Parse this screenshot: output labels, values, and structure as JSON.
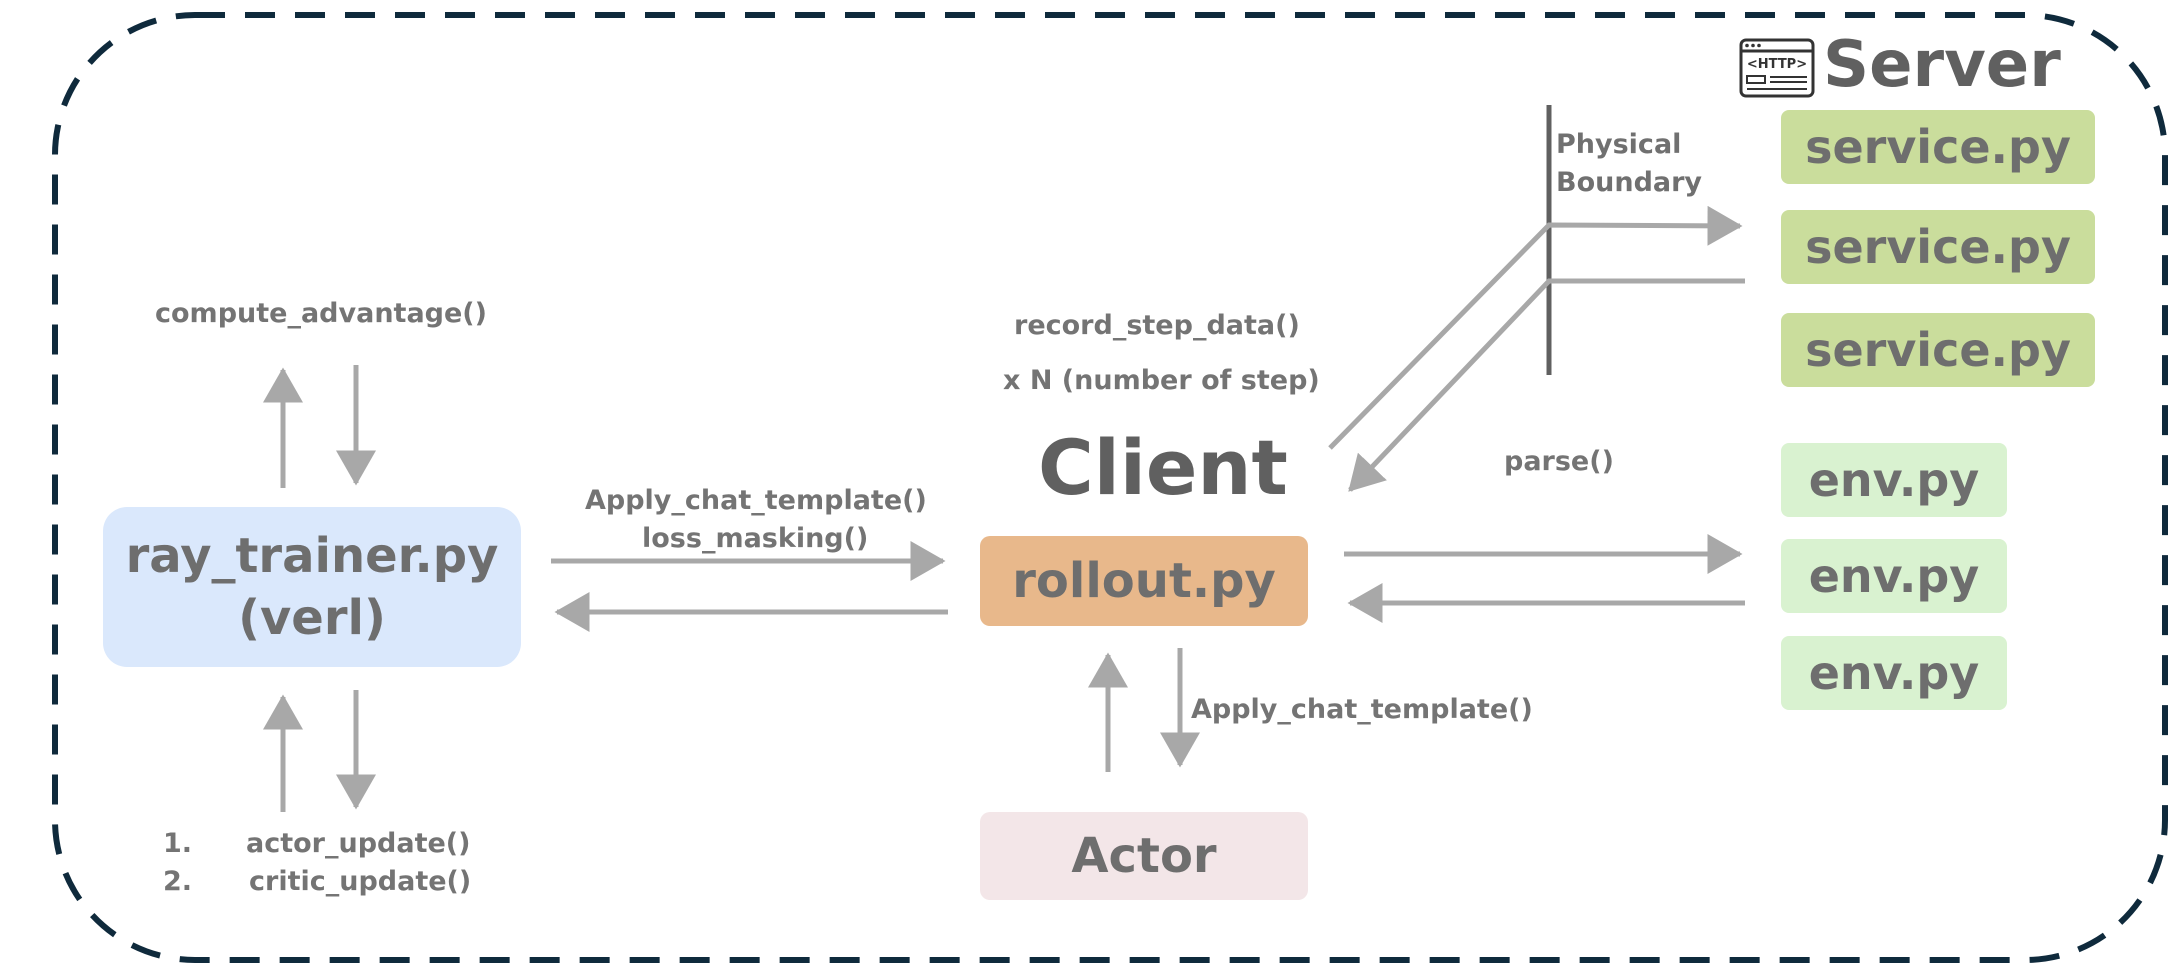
{
  "server": {
    "title": "Server",
    "http_label": "<HTTP>"
  },
  "client": {
    "title": "Client"
  },
  "boundary": {
    "line1": "Physical",
    "line2": "Boundary"
  },
  "services": [
    "service.py",
    "service.py",
    "service.py"
  ],
  "envs": [
    "env.py",
    "env.py",
    "env.py"
  ],
  "trainer": {
    "line1": "ray_trainer.py",
    "line2": "(verl)"
  },
  "rollout": {
    "label": "rollout.py"
  },
  "actor": {
    "label": "Actor"
  },
  "annotations": {
    "compute_advantage": "compute_advantage()",
    "record_step_data": "record_step_data()",
    "steps": "x N (number of step)",
    "parse": "parse()",
    "apply_chat_template_top": "Apply_chat_template()",
    "loss_masking": "loss_masking()",
    "apply_chat_template_bottom": "Apply_chat_template()"
  },
  "updates": [
    {
      "num": "1.",
      "label": "actor_update()"
    },
    {
      "num": "2.",
      "label": "critic_update()"
    }
  ],
  "colors": {
    "frame": "#0f2a3c",
    "arrow": "#a8a8a8",
    "boundary": "#606060",
    "trainer_fill": "#dae8fc",
    "rollout_fill": "#e8b88b",
    "actor_fill": "#f3e6e8",
    "service_fill": "#cadd9c",
    "env_fill": "#d9f2d0"
  }
}
